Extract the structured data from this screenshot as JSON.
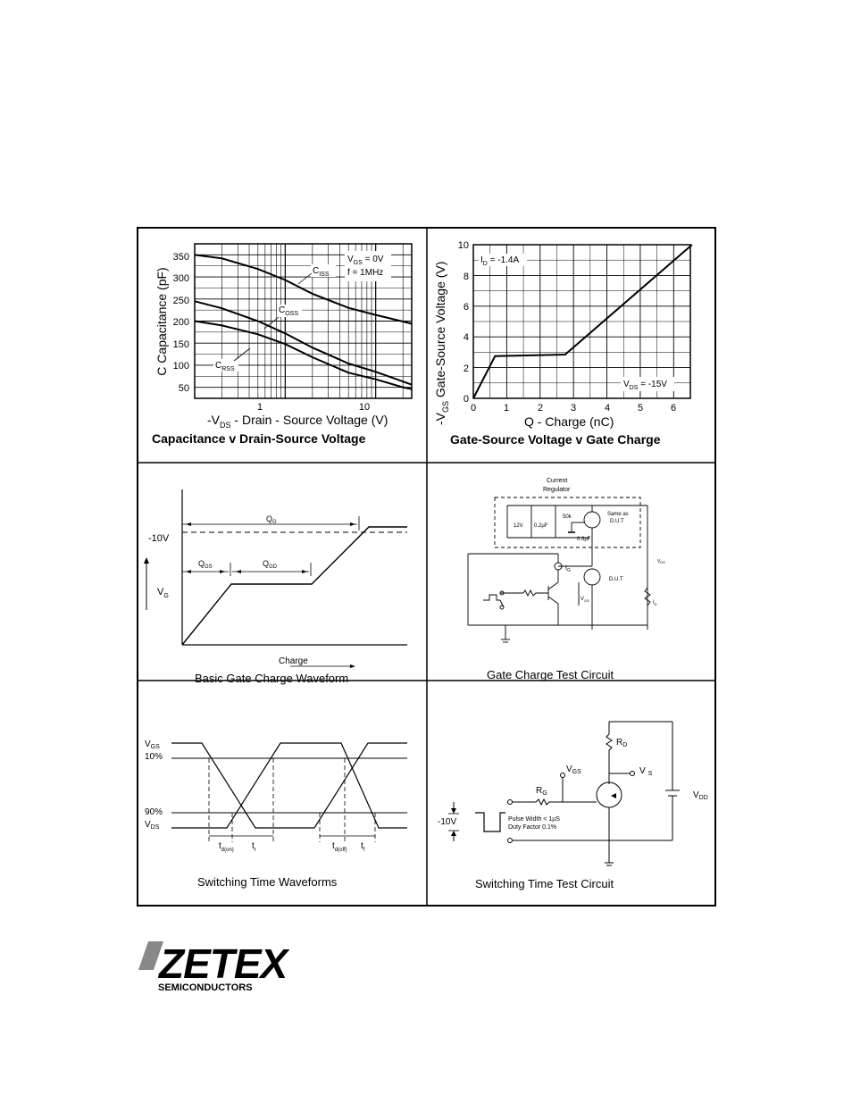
{
  "panels": {
    "cap": {
      "caption": "Capacitance v Drain-Source Voltage",
      "ylabel": "C  Capacitance (pF)",
      "xlabel_parts": [
        "-V",
        "DS",
        " - Drain - Source Voltage (V)"
      ],
      "yticks": [
        "350",
        "300",
        "250",
        "200",
        "150",
        "100",
        "50"
      ],
      "xticks": [
        "1",
        "10"
      ],
      "cond_vgs": [
        "V",
        "GS",
        " = 0V"
      ],
      "cond_f": "f = 1MHz",
      "label_ciss": [
        "C",
        "ISS"
      ],
      "label_coss": [
        "C",
        "OSS"
      ],
      "label_crss": [
        "C",
        "RSS"
      ]
    },
    "gate": {
      "caption": "Gate-Source Voltage v Gate Charge",
      "ylabel_parts": [
        "-V",
        "GS",
        "  Gate-Source Voltage (V)"
      ],
      "xlabel": "Q - Charge (nC)",
      "yticks": [
        "10",
        "8",
        "6",
        "4",
        "2",
        "0"
      ],
      "xticks": [
        "0",
        "1",
        "2",
        "3",
        "4",
        "5",
        "6"
      ],
      "cond_id": [
        "I",
        "D",
        " = -1.4A"
      ],
      "cond_vds": [
        "V",
        "DS",
        " = -15V"
      ]
    },
    "basic": {
      "caption": "Basic Gate Charge Waveform",
      "qg": [
        "Q",
        "G"
      ],
      "qgs": [
        "Q",
        "GS"
      ],
      "qgd": [
        "Q",
        "GD"
      ],
      "v10": "-10V",
      "vg": [
        "V",
        "G"
      ],
      "charge": "Charge"
    },
    "testcircuit": {
      "caption": "Gate Charge Test Circuit",
      "regulator": [
        "Current",
        "Regulator"
      ],
      "v12": "12V",
      "c02": "0.2µF",
      "r50k": "50k",
      "c03": "0.3µF",
      "same_as": [
        "Same as",
        "D.U.T"
      ],
      "dut": "D.U.T",
      "vds": [
        "V",
        "DS"
      ],
      "ig": [
        "I",
        "G"
      ],
      "vgs": [
        "V",
        "GS"
      ],
      "id": [
        "I",
        "D"
      ]
    },
    "switchwave": {
      "caption": "Switching Time Waveforms",
      "vgs": [
        "V",
        "GS"
      ],
      "p10": "10%",
      "p90": "90%",
      "vds": [
        "V",
        "DS"
      ],
      "tdon": [
        "t",
        "d(on)"
      ],
      "tr": [
        "t",
        "r"
      ],
      "tdoff": [
        "t",
        "d(off)"
      ],
      "tf": [
        "t",
        "f"
      ]
    },
    "switchcircuit": {
      "caption": "Switching Time Test Circuit",
      "rd": [
        "R",
        "D"
      ],
      "vgs": [
        "V",
        "GS"
      ],
      "vs": [
        "V",
        "S"
      ],
      "rg": [
        "R",
        "G"
      ],
      "vdd": [
        "V",
        "DD"
      ],
      "v10": "-10V",
      "pulse": "Pulse Width < 1µS",
      "duty": "Duty Factor  0.1%"
    }
  },
  "logo": {
    "brand": "ZETEX",
    "sub": "SEMICONDUCTORS"
  },
  "chart_data": [
    {
      "type": "line",
      "title": "Capacitance v Drain-Source Voltage",
      "xlabel": "-VDS - Drain - Source Voltage (V)",
      "ylabel": "C  Capacitance (pF)",
      "xscale": "log",
      "xlim": [
        0.1,
        25
      ],
      "ylim": [
        25,
        375
      ],
      "grid": true,
      "series": [
        {
          "name": "CISS",
          "x": [
            0.1,
            0.2,
            0.5,
            1,
            2,
            5,
            10,
            20,
            25
          ],
          "y": [
            350,
            342,
            318,
            293,
            262,
            230,
            214,
            199,
            194
          ]
        },
        {
          "name": "COSS",
          "x": [
            0.1,
            0.2,
            0.5,
            1,
            2,
            5,
            10,
            20,
            25
          ],
          "y": [
            245,
            229,
            200,
            172,
            140,
            104,
            85,
            63,
            56
          ]
        },
        {
          "name": "CRSS",
          "x": [
            0.1,
            0.2,
            0.5,
            1,
            2,
            5,
            10,
            20,
            25
          ],
          "y": [
            200,
            190,
            170,
            148,
            118,
            83,
            68,
            50,
            46
          ]
        }
      ]
    },
    {
      "type": "line",
      "title": "Gate-Source Voltage v Gate Charge",
      "xlabel": "Q - Charge (nC)",
      "ylabel": "-VGS  Gate-Source Voltage (V)",
      "xlim": [
        0,
        6.5
      ],
      "ylim": [
        0,
        10
      ],
      "grid": true,
      "series": [
        {
          "name": "",
          "x": [
            0,
            0.65,
            2.75,
            6.55
          ],
          "y": [
            0,
            2.75,
            2.85,
            10
          ]
        }
      ]
    }
  ]
}
